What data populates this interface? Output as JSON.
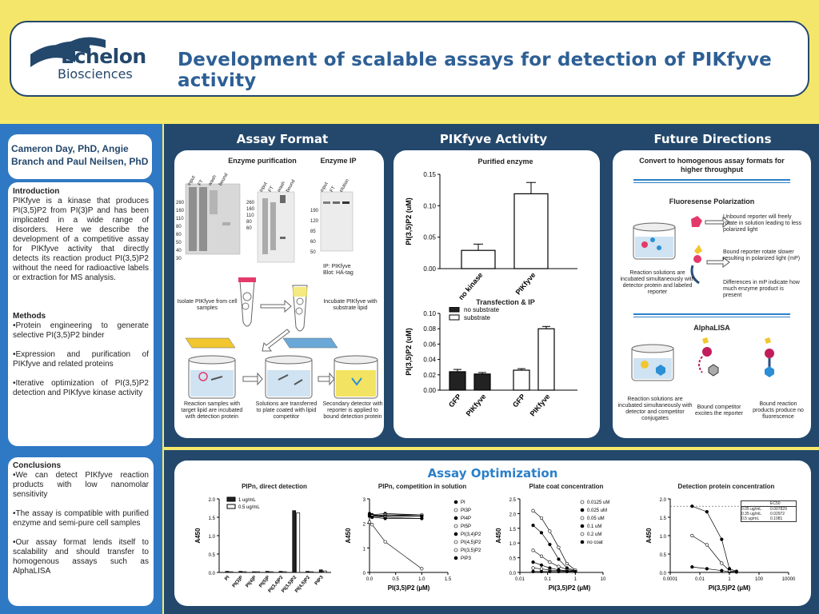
{
  "header": {
    "logo_line1": "Echelon",
    "logo_line2": "Biosciences",
    "title": "Development of scalable assays for detection of PIKfyve activity"
  },
  "authors": "Cameron Day, PhD, Angie Branch and Paul Neilsen, PhD",
  "intro": {
    "heading": "Introduction",
    "text": "PIKfyve is a kinase that produces PI(3,5)P2 from PI(3)P and has been implicated in a wide range of disorders. Here we describe the development of a competitive assay for PIKfyve activity that directly detects its reaction product PI(3,5)P2 without the need for radioactive labels or extraction for MS analysis."
  },
  "methods": {
    "heading": "Methods",
    "items": [
      "Protein engineering to generate selective PI(3,5)P2 binder",
      "Expression and purification of PIKfyve and related proteins",
      "Iterative optimization of PI(3,5)P2 detection and PIKfyve kinase activity"
    ]
  },
  "conclusions": {
    "heading": "Conclusions",
    "items": [
      "We can detect PIKfyve reaction products with low nanomolar sensitivity",
      "The assay is compatible with purified enzyme and semi-pure cell samples",
      "Our assay format lends itself to scalability and should transfer to homogenous assays such as AlphaLISA"
    ]
  },
  "sections": {
    "assay_format": "Assay Format",
    "pikfyve_activity": "PIKfyve Activity",
    "future_directions": "Future Directions",
    "assay_optimization": "Assay Optimization"
  },
  "assay_format": {
    "enzyme_purification": "Enzyme purification",
    "enzyme_ip": "Enzyme IP",
    "lane_labels_1": [
      "input",
      "FT",
      "wash",
      "bound"
    ],
    "lane_labels_2": [
      "input",
      "FT",
      "wash",
      "bound"
    ],
    "lane_labels_3": [
      "input",
      "FT",
      "elution"
    ],
    "mw_1": [
      "260",
      "160",
      "110",
      "80",
      "60",
      "50",
      "40",
      "30"
    ],
    "mw_2": [
      "260",
      "160",
      "110",
      "80",
      "60"
    ],
    "mw_3": [
      "190",
      "120",
      "85",
      "60",
      "50"
    ],
    "ip_note": "IP: PIKfyve\nBlot: HA-tag",
    "step1": "Isolate PIKfyve from cell samples",
    "step2": "Incubate PIKfyve with substrate lipid",
    "step3": "Reaction samples with target lipid are incubated with detection protein",
    "step4": "Solutions are transferred to plate coated with lipid competitor",
    "step5": "Secondary detector with reporter is applied to bound detection protein"
  },
  "pikfyve_activity": {
    "chart1_title": "Purified enzyme",
    "chart2_title": "Transfection & IP",
    "legend2": [
      "no substrate",
      "substrate"
    ]
  },
  "future": {
    "intro": "Convert to homogenous assay formats for higher throughput",
    "fp_title": "Fluoresense Polarization",
    "fp_text1": "Unbound reporter will freely rotate in solution leading to less polarized light",
    "fp_text2": "Bound reporter rotate slower resulting in polarized light (mP)",
    "fp_text3": "Differences in mP indicate how much enzyme product is present",
    "fp_caption": "Reaction solutions are incubated simultaneously with detector protein and labeled reporter",
    "alpha_title": "AlphaLISA",
    "alpha_cap1": "Reaction solutions are incubated simultaneously with detector and competitor conjugates",
    "alpha_cap2": "Bound competitor excites the reporter",
    "alpha_cap3": "Bound reaction products produce no fluorescence"
  },
  "optimization": {
    "chart3_title": "PIPn, direct detection",
    "chart4_title": "PIPn, competition in solution",
    "chart5_title": "Plate coat concentration",
    "chart6_title": "Detection protein concentration",
    "ec50_header": "EC50",
    "ec50_rows": [
      {
        "label": "0.05 ug/mL",
        "value": "0.007829"
      },
      {
        "label": "0.35 ug/mL",
        "value": "0.02972"
      },
      {
        "label": "0.5 ug/mL",
        "value": "0.1081"
      }
    ]
  },
  "chart_data": [
    {
      "type": "bar",
      "title": "Purified enzyme",
      "categories": [
        "no kinase",
        "PIKfyve"
      ],
      "values": [
        0.029,
        0.119
      ],
      "errors": [
        0.01,
        0.018
      ],
      "ylabel": "PI(3,5)P2 (uM)",
      "ylim": [
        0,
        0.15
      ],
      "yticks": [
        "0.00",
        "0.05",
        "0.10",
        "0.15"
      ]
    },
    {
      "type": "bar",
      "title": "Transfection & IP",
      "categories": [
        "GFP",
        "PIKfyve",
        "GFP",
        "PIKfyve"
      ],
      "series": [
        {
          "name": "no substrate",
          "values": [
            0.024,
            0.021,
            null,
            null
          ]
        },
        {
          "name": "substrate",
          "values": [
            null,
            null,
            0.026,
            0.08
          ]
        }
      ],
      "errors": [
        0.003,
        0.002,
        0.002,
        0.003
      ],
      "ylabel": "PI(3,5)P2 (uM)",
      "ylim": [
        0,
        0.1
      ],
      "yticks": [
        "0.00",
        "0.02",
        "0.04",
        "0.06",
        "0.08",
        "0.10"
      ],
      "legend": "top-left"
    },
    {
      "type": "bar",
      "title": "PIPn, direct detection",
      "categories": [
        "PI",
        "PI(3)P",
        "PI(4)P",
        "PI(5)P",
        "PI(3,4)P2",
        "PI(3,5)P2",
        "PI(4,5)P2",
        "PIP3"
      ],
      "series": [
        {
          "name": "1 ug/mL",
          "values": [
            0.03,
            0.03,
            0.02,
            0.03,
            0.03,
            1.68,
            0.03,
            0.07
          ]
        },
        {
          "name": "0.5 ug/mL",
          "values": [
            0.02,
            0.02,
            0.02,
            0.02,
            0.02,
            1.62,
            0.02,
            0.04
          ]
        }
      ],
      "ylabel": "A450",
      "ylim": [
        0,
        2.0
      ],
      "yticks": [
        "0.0",
        "0.5",
        "1.0",
        "1.5",
        "2.0"
      ],
      "legend": "top-left"
    },
    {
      "type": "line",
      "title": "PIPn, competition in solution",
      "x": [
        0,
        0.05,
        0.3,
        1.0
      ],
      "series": [
        {
          "name": "PI",
          "values": [
            2.35,
            2.3,
            2.3,
            2.3
          ]
        },
        {
          "name": "PI3P",
          "values": [
            2.3,
            2.3,
            2.35,
            2.3
          ]
        },
        {
          "name": "PI4P",
          "values": [
            2.35,
            2.35,
            2.4,
            2.35
          ]
        },
        {
          "name": "PI5P",
          "values": [
            2.35,
            2.3,
            2.35,
            2.35
          ]
        },
        {
          "name": "PI(3,4)P2",
          "values": [
            2.4,
            2.35,
            2.3,
            2.3
          ]
        },
        {
          "name": "PI(4,5)P2",
          "values": [
            2.3,
            2.3,
            2.25,
            2.2
          ]
        },
        {
          "name": "PI(3,5)P2",
          "values": [
            2.05,
            1.95,
            1.25,
            0.15
          ]
        },
        {
          "name": "PIP3",
          "values": [
            2.3,
            2.25,
            2.2,
            2.2
          ]
        }
      ],
      "xlabel": "PI(3,5)P2 (µM)",
      "ylabel": "A450",
      "xlim": [
        0,
        1.5
      ],
      "ylim": [
        0,
        3
      ],
      "xticks": [
        "0.0",
        "0.5",
        "1.0",
        "1.5"
      ],
      "yticks": [
        "0",
        "1",
        "2",
        "3"
      ],
      "legend": "right"
    },
    {
      "type": "line",
      "title": "Plate coat concentration",
      "x": [
        0.03,
        0.06,
        0.12,
        0.25,
        0.5,
        1.0
      ],
      "series": [
        {
          "name": "0.0125 uM",
          "values": [
            0.15,
            0.12,
            0.08,
            0.06,
            0.05,
            0.04
          ]
        },
        {
          "name": "0.025 uM",
          "values": [
            0.35,
            0.25,
            0.15,
            0.09,
            0.06,
            0.05
          ]
        },
        {
          "name": "0.05 uM",
          "values": [
            0.75,
            0.55,
            0.35,
            0.2,
            0.1,
            0.06
          ]
        },
        {
          "name": "0.1 uM",
          "values": [
            1.6,
            1.35,
            0.95,
            0.45,
            0.15,
            0.07
          ]
        },
        {
          "name": "0.2 uM",
          "values": [
            2.1,
            1.85,
            1.4,
            0.85,
            0.3,
            0.08
          ]
        },
        {
          "name": "no coat",
          "values": [
            0.03,
            0.03,
            0.03,
            0.03,
            0.03,
            0.03
          ]
        }
      ],
      "xlabel": "PI(3,5)P2 (µM)",
      "ylabel": "A450",
      "xscale": "log",
      "xticks": [
        "0.01",
        "0.1",
        "1",
        "10"
      ],
      "yticks": [
        "0.0",
        "0.5",
        "1.0",
        "1.5",
        "2.0",
        "2.5"
      ],
      "ylim": [
        0,
        2.5
      ],
      "legend": "top-right"
    },
    {
      "type": "line",
      "title": "Detection protein concentration",
      "x": [
        0.003,
        0.03,
        0.3,
        1.0,
        3.0
      ],
      "series": [
        {
          "name": "0.05 ug/mL",
          "values": [
            0.15,
            0.1,
            0.05,
            0.02,
            0.01
          ]
        },
        {
          "name": "0.35 ug/mL",
          "values": [
            1.0,
            0.75,
            0.25,
            0.05,
            0.02
          ]
        },
        {
          "name": "0.5 ug/mL",
          "values": [
            1.8,
            1.65,
            0.9,
            0.1,
            0.03
          ]
        }
      ],
      "xlabel": "PI(3,5)P2 (µM)",
      "ylabel": "A450",
      "xscale": "log",
      "xticks": [
        "0.0001",
        "0.01",
        "1",
        "100",
        "10000"
      ],
      "yticks": [
        "0.0",
        "0.5",
        "1.0",
        "1.5",
        "2.0"
      ],
      "ylim": [
        0,
        2.0
      ]
    }
  ]
}
